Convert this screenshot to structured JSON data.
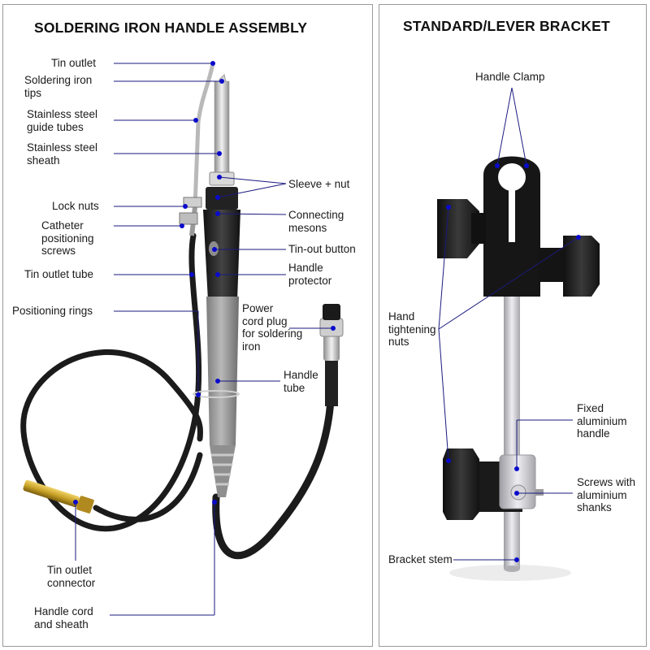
{
  "left_panel": {
    "title": "SOLDERING IRON HANDLE ASSEMBLY",
    "labels": {
      "tin_outlet": "Tin outlet",
      "iron_tips": "Soldering iron\ntips",
      "guide_tubes": "Stainless steel\nguide tubes",
      "sheath": "Stainless steel\nsheath",
      "lock_nuts": "Lock nuts",
      "catheter_screws": "Catheter\npositioning\nscrews",
      "tin_outlet_tube": "Tin outlet tube",
      "positioning_rings": "Positioning rings",
      "sleeve_nut": "Sleeve + nut",
      "connecting_mesons": "Connecting\nmesons",
      "tin_out_button": "Tin-out button",
      "handle_protector": "Handle\nprotector",
      "power_plug": "Power\ncord plug\nfor soldering\niron",
      "handle_tube": "Handle\ntube",
      "tin_outlet_connector": "Tin outlet\nconnector",
      "handle_cord": "Handle cord\nand sheath"
    }
  },
  "right_panel": {
    "title": "STANDARD/LEVER BRACKET",
    "labels": {
      "handle_clamp": "Handle Clamp",
      "tightening_nuts": "Hand\ntightening\nnuts",
      "fixed_handle": "Fixed\naluminium\nhandle",
      "screws_shanks": "Screws with\naluminium\nshanks",
      "bracket_stem": "Bracket stem"
    }
  },
  "colors": {
    "callout_line": "#1a1a80",
    "callout_dot": "#0a0acc",
    "handle_dark": "#2a2a2a",
    "handle_grey": "#9a9a9a",
    "brass": "#c9a227",
    "bracket_black": "#1c1c1c",
    "aluminium": "#c8c8cc"
  }
}
